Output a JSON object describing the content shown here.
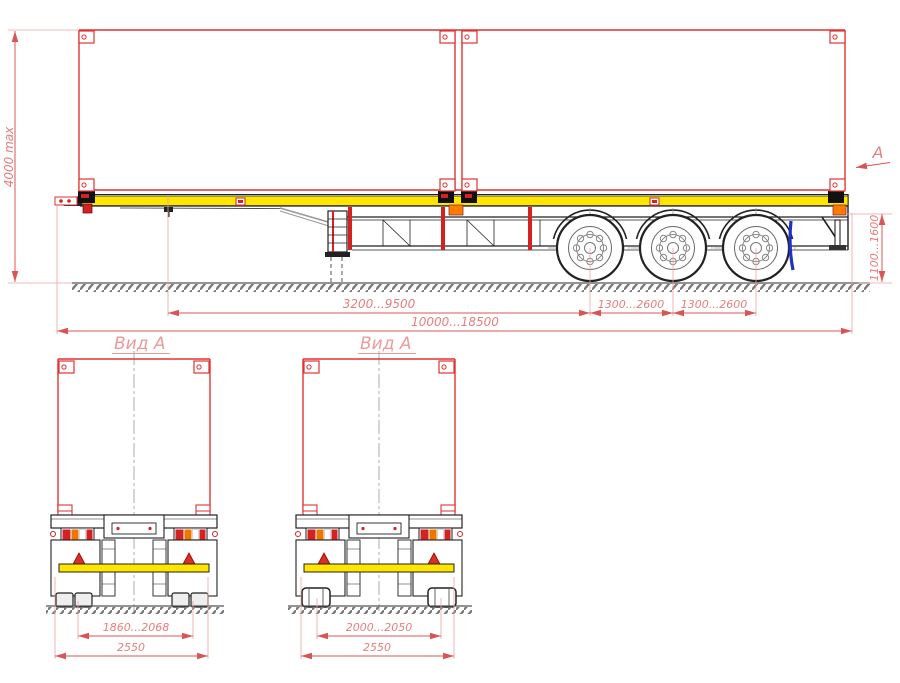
{
  "drawing": {
    "side_view": {
      "dim_height_max": "4000 max",
      "dim_rear_height": "1100...1600",
      "dim_kingpin_to_first_axle": "3200...9500",
      "dim_axle_spacing_1": "1300...2600",
      "dim_axle_spacing_2": "1300...2600",
      "dim_overall_length": "10000...18500",
      "view_arrow_label": "A"
    },
    "rear_view_left": {
      "label": "Вид А",
      "dim_track": "1860...2068",
      "dim_width": "2550"
    },
    "rear_view_right": {
      "label": "Вид А",
      "dim_track": "2000...2050",
      "dim_width": "2550"
    },
    "colors": {
      "dimension_pink": "#e87d7d",
      "outline_red": "#e03232",
      "deck_yellow": "#ffe500",
      "lock_orange": "#ff7a00",
      "mudflap_blue": "#2030c8",
      "linework_black": "#222222"
    }
  }
}
